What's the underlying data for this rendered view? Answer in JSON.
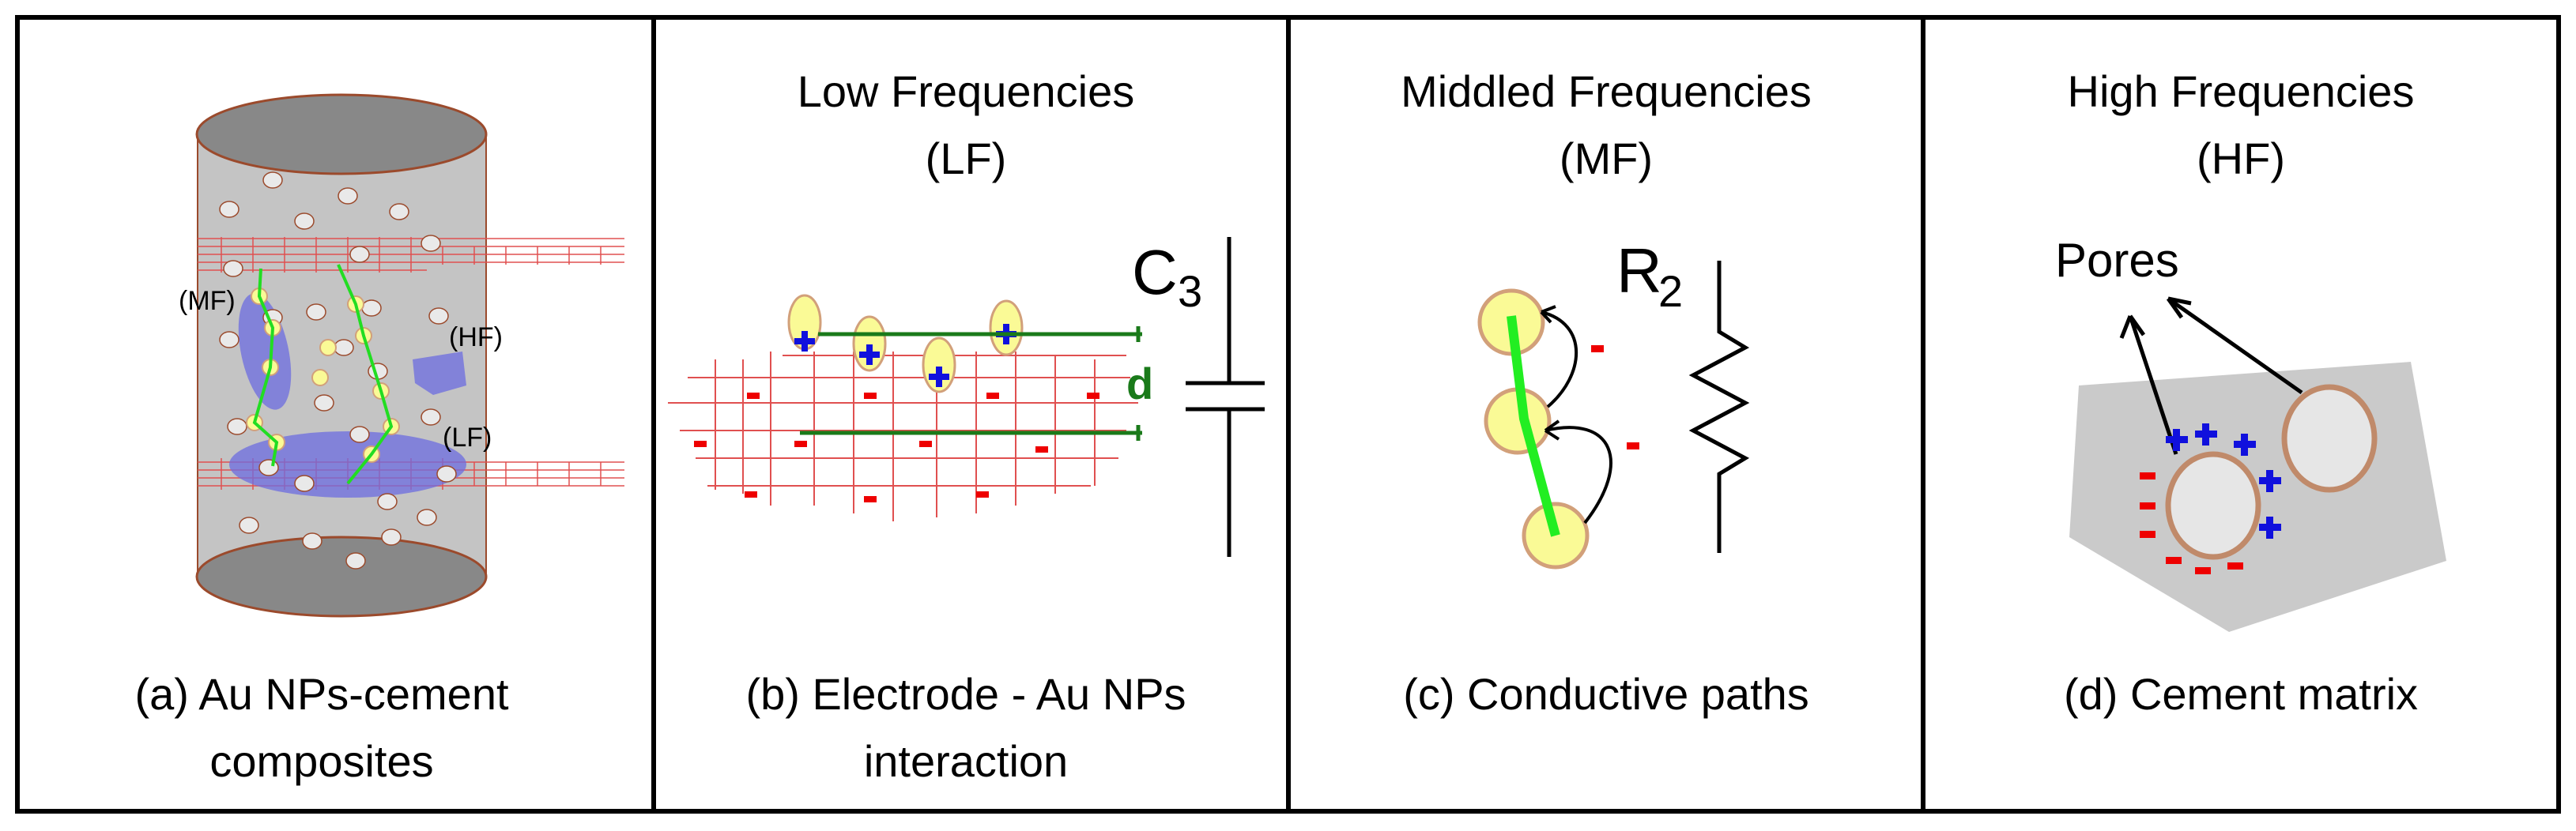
{
  "panels": [
    {
      "id": "a",
      "title_line1": "",
      "title_line2": "",
      "caption_line1": "(a) Au NPs-cement",
      "caption_line2": "composites",
      "labels": {
        "mf": "(MF)",
        "hf": "(HF)",
        "lf": "(LF)"
      }
    },
    {
      "id": "b",
      "title_line1": "Low Frequencies",
      "title_line2": "(LF)",
      "caption_line1": "(b) Electrode - Au NPs",
      "caption_line2": "interaction",
      "symbol_main": "C",
      "symbol_sub": "3",
      "gap_label": "d"
    },
    {
      "id": "c",
      "title_line1": "Middled Frequencies",
      "title_line2": "(MF)",
      "caption_line1": "(c) Conductive paths",
      "symbol_main": "R",
      "symbol_sub": "2"
    },
    {
      "id": "d",
      "title_line1": "High Frequencies",
      "title_line2": "(HF)",
      "caption_line1": "(d) Cement matrix",
      "pores_label": "Pores"
    }
  ],
  "colors": {
    "border": "#000000",
    "cement": "#c4c4c4",
    "cylinder_cap": "#888888",
    "cylinder_edge": "#9b4a2c",
    "electrode_grid": "#e05050",
    "nanoparticle_fill": "#fafa96",
    "nanoparticle_edge": "#d2a07a",
    "path_green": "#22dd22",
    "plate_green": "#1a7a1a",
    "region_blue": "#6c6ce0",
    "plus_blue": "#1010dd",
    "minus_red": "#ee0000",
    "pore_fill": "#e6e6e6",
    "pore_edge": "#c08a6a",
    "matrix_grey": "#cacaca"
  }
}
